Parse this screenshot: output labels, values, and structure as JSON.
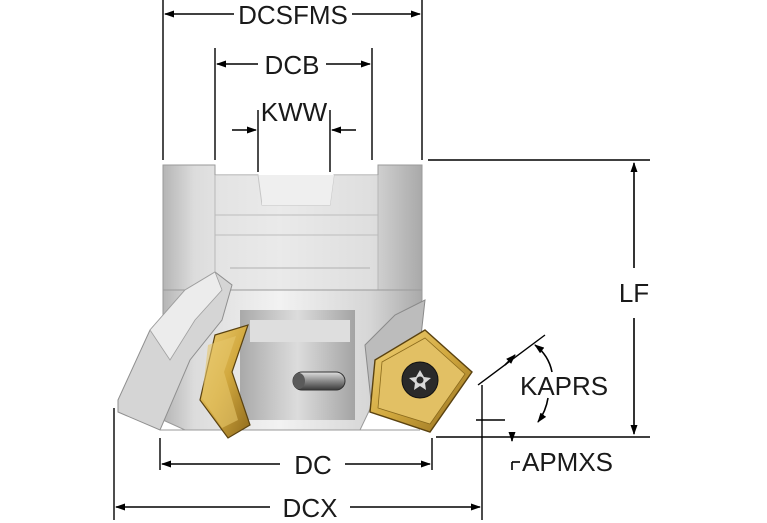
{
  "diagram": {
    "labels": {
      "dcsfms": "DCSFMS",
      "dcb": "DCB",
      "kww": "KWW",
      "lf": "LF",
      "kaprs": "KAPRS",
      "apmxs": "APMXS",
      "dc": "DC",
      "dcx": "DCX"
    },
    "colors": {
      "body_light": "#e9e9e9",
      "body_mid": "#c9c9c9",
      "body_dark": "#8f8f8f",
      "insert_gold": "#d7b24a",
      "insert_dark": "#6e5215",
      "screw": "#202020",
      "line": "#000000"
    }
  }
}
